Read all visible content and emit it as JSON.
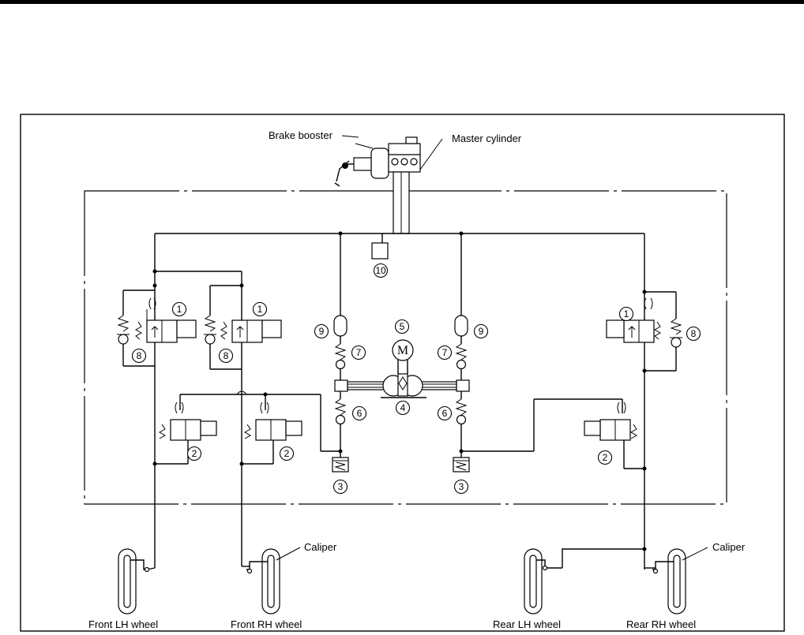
{
  "labels": {
    "brake_booster": "Brake booster",
    "master_cylinder": "Master cylinder",
    "caliper_front": "Caliper",
    "caliper_rear": "Caliper",
    "front_lh_wheel": "Front LH wheel",
    "front_rh_wheel": "Front RH wheel",
    "rear_lh_wheel": "Rear LH wheel",
    "rear_rh_wheel": "Rear RH wheel"
  },
  "callouts": {
    "n1": "1",
    "n2": "2",
    "n3": "3",
    "n4": "4",
    "n5": "5",
    "n6": "6",
    "n7": "7",
    "n8": "8",
    "n9": "9",
    "n10": "10",
    "motor": "M"
  }
}
